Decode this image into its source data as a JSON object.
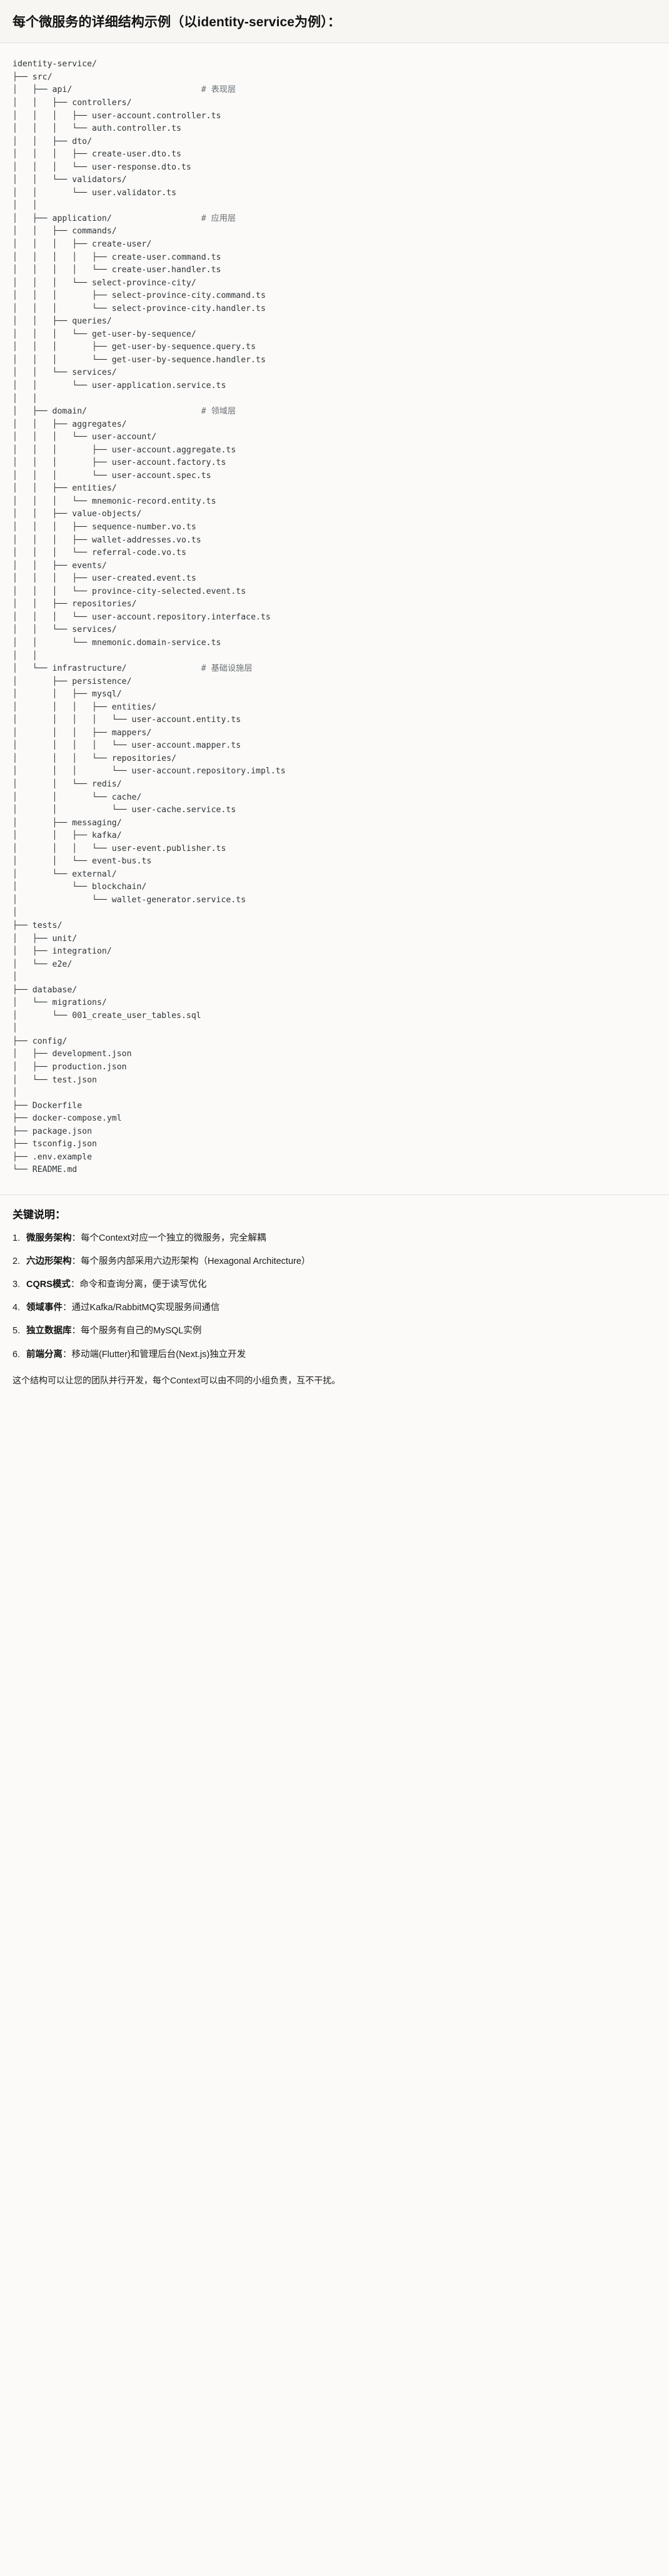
{
  "header": {
    "title": "每个微服务的详细结构示例（以identity-service为例）："
  },
  "tree": {
    "root_label": "identity-service/",
    "comments": {
      "api": "# 表现层",
      "application": "# 应用层",
      "domain": "# 领域层",
      "infrastructure": "# 基础设施层"
    },
    "text": "identity-service/\n├── src/\n│   ├── api/                          # 表现层\n│   │   ├── controllers/\n│   │   │   ├── user-account.controller.ts\n│   │   │   └── auth.controller.ts\n│   │   ├── dto/\n│   │   │   ├── create-user.dto.ts\n│   │   │   └── user-response.dto.ts\n│   │   └── validators/\n│   │       └── user.validator.ts\n│   │\n│   ├── application/                  # 应用层\n│   │   ├── commands/\n│   │   │   ├── create-user/\n│   │   │   │   ├── create-user.command.ts\n│   │   │   │   └── create-user.handler.ts\n│   │   │   └── select-province-city/\n│   │   │       ├── select-province-city.command.ts\n│   │   │       └── select-province-city.handler.ts\n│   │   ├── queries/\n│   │   │   └── get-user-by-sequence/\n│   │   │       ├── get-user-by-sequence.query.ts\n│   │   │       └── get-user-by-sequence.handler.ts\n│   │   └── services/\n│   │       └── user-application.service.ts\n│   │\n│   ├── domain/                       # 领域层\n│   │   ├── aggregates/\n│   │   │   └── user-account/\n│   │   │       ├── user-account.aggregate.ts\n│   │   │       ├── user-account.factory.ts\n│   │   │       └── user-account.spec.ts\n│   │   ├── entities/\n│   │   │   └── mnemonic-record.entity.ts\n│   │   ├── value-objects/\n│   │   │   ├── sequence-number.vo.ts\n│   │   │   ├── wallet-addresses.vo.ts\n│   │   │   └── referral-code.vo.ts\n│   │   ├── events/\n│   │   │   ├── user-created.event.ts\n│   │   │   └── province-city-selected.event.ts\n│   │   ├── repositories/\n│   │   │   └── user-account.repository.interface.ts\n│   │   └── services/\n│   │       └── mnemonic.domain-service.ts\n│   │\n│   └── infrastructure/               # 基础设施层\n│       ├── persistence/\n│       │   ├── mysql/\n│       │   │   ├── entities/\n│       │   │   │   └── user-account.entity.ts\n│       │   │   ├── mappers/\n│       │   │   │   └── user-account.mapper.ts\n│       │   │   └── repositories/\n│       │   │       └── user-account.repository.impl.ts\n│       │   └── redis/\n│       │       └── cache/\n│       │           └── user-cache.service.ts\n│       ├── messaging/\n│       │   ├── kafka/\n│       │   │   └── user-event.publisher.ts\n│       │   └── event-bus.ts\n│       └── external/\n│           └── blockchain/\n│               └── wallet-generator.service.ts\n│\n├── tests/\n│   ├── unit/\n│   ├── integration/\n│   └── e2e/\n│\n├── database/\n│   └── migrations/\n│       └── 001_create_user_tables.sql\n│\n├── config/\n│   ├── development.json\n│   ├── production.json\n│   └── test.json\n│\n├── Dockerfile\n├── docker-compose.yml\n├── package.json\n├── tsconfig.json\n├── .env.example\n└── README.md"
  },
  "notes": {
    "title": "关键说明：",
    "items": [
      {
        "label": "微服务架构",
        "sep": "：",
        "text": "每个Context对应一个独立的微服务，完全解耦"
      },
      {
        "label": "六边形架构",
        "sep": "：",
        "text": "每个服务内部采用六边形架构（Hexagonal Architecture）"
      },
      {
        "label": "CQRS模式",
        "sep": "：",
        "text": "命令和查询分离，便于读写优化"
      },
      {
        "label": "领域事件",
        "sep": "：",
        "text": "通过Kafka/RabbitMQ实现服务间通信"
      },
      {
        "label": "独立数据库",
        "sep": "：",
        "text": "每个服务有自己的MySQL实例"
      },
      {
        "label": "前端分离",
        "sep": "：",
        "text": "移动端(Flutter)和管理后台(Next.js)独立开发"
      }
    ],
    "closing": "这个结构可以让您的团队并行开发，每个Context可以由不同的小组负责，互不干扰。"
  }
}
